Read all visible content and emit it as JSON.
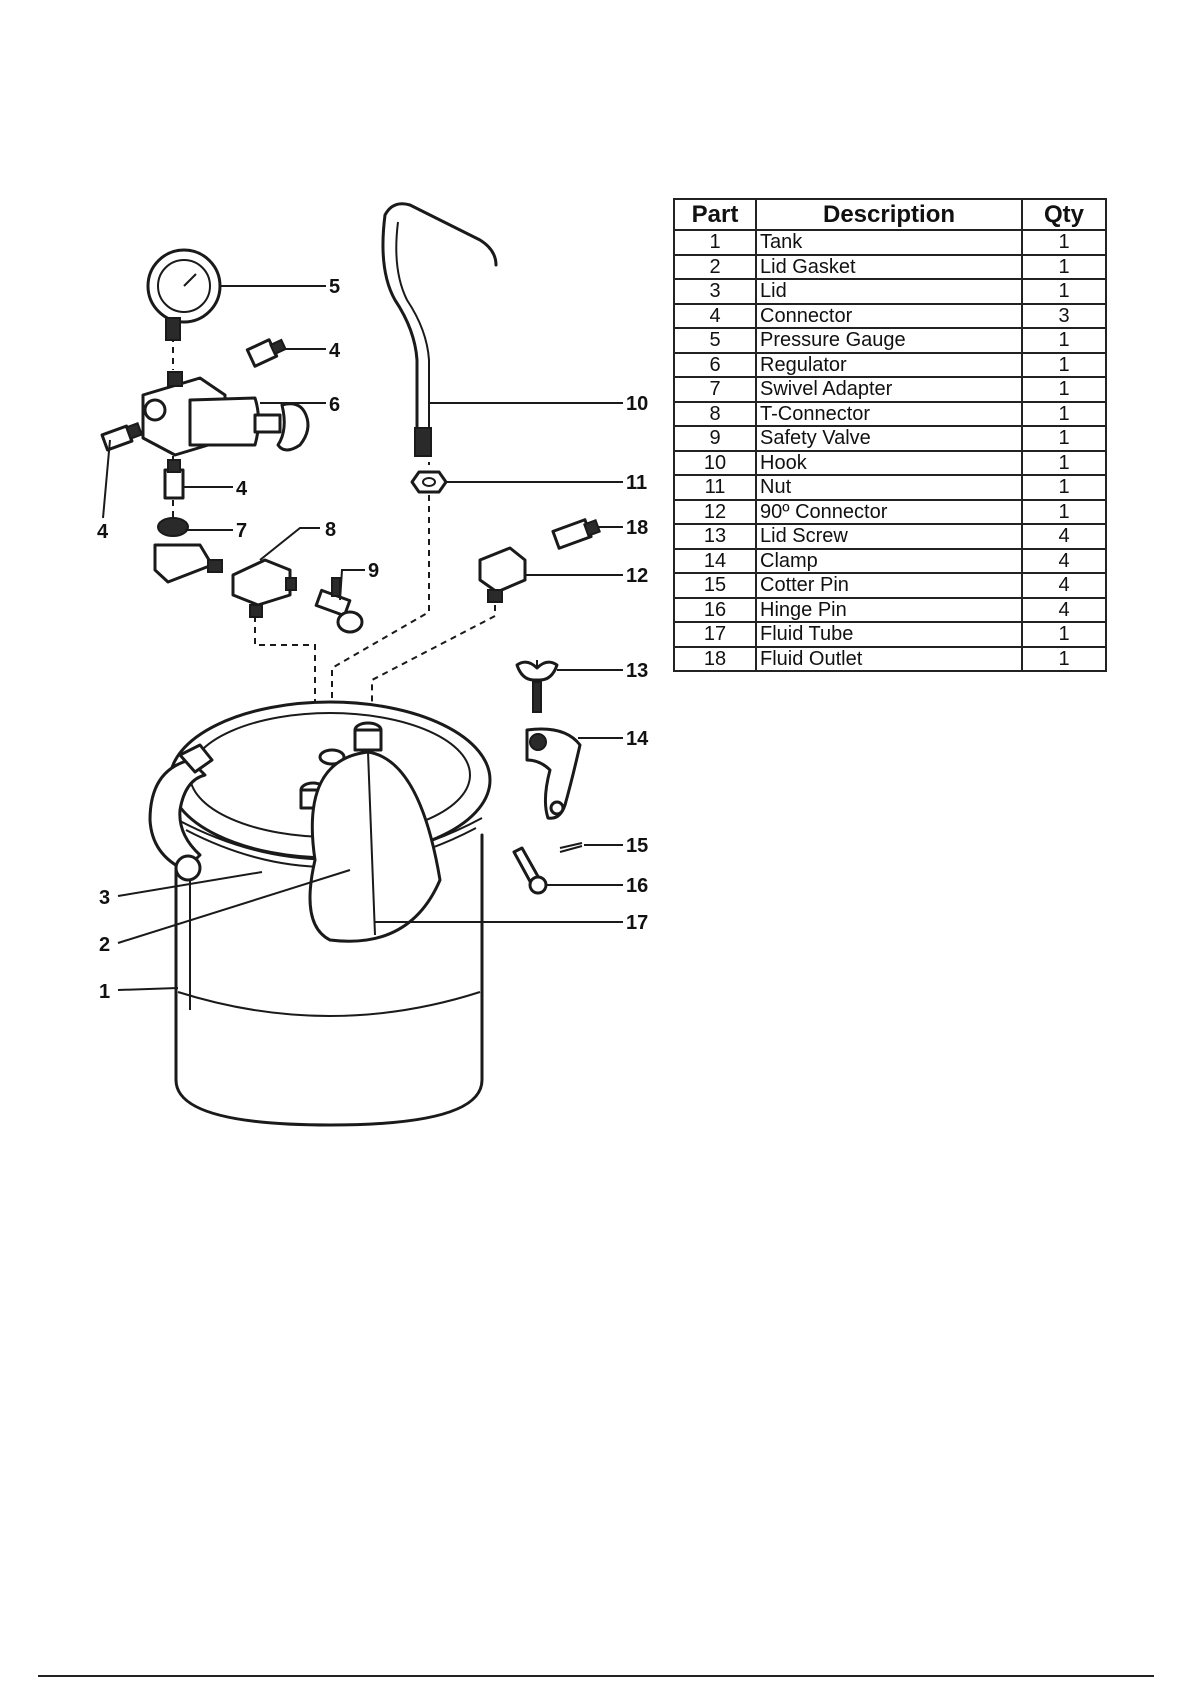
{
  "table": {
    "headers": {
      "part": "Part",
      "description": "Description",
      "qty": "Qty"
    },
    "rows": [
      {
        "part": "1",
        "description": "Tank",
        "qty": "1"
      },
      {
        "part": "2",
        "description": "Lid Gasket",
        "qty": "1"
      },
      {
        "part": "3",
        "description": "Lid",
        "qty": "1"
      },
      {
        "part": "4",
        "description": "Connector",
        "qty": "3"
      },
      {
        "part": "5",
        "description": "Pressure Gauge",
        "qty": "1"
      },
      {
        "part": "6",
        "description": "Regulator",
        "qty": "1"
      },
      {
        "part": "7",
        "description": "Swivel Adapter",
        "qty": "1"
      },
      {
        "part": "8",
        "description": "T-Connector",
        "qty": "1"
      },
      {
        "part": "9",
        "description": "Safety Valve",
        "qty": "1"
      },
      {
        "part": "10",
        "description": "Hook",
        "qty": "1"
      },
      {
        "part": "11",
        "description": "Nut",
        "qty": "1"
      },
      {
        "part": "12",
        "description": "90º Connector",
        "qty": "1"
      },
      {
        "part": "13",
        "description": "Lid Screw",
        "qty": "4"
      },
      {
        "part": "14",
        "description": "Clamp",
        "qty": "4"
      },
      {
        "part": "15",
        "description": "Cotter Pin",
        "qty": "4"
      },
      {
        "part": "16",
        "description": "Hinge Pin",
        "qty": "4"
      },
      {
        "part": "17",
        "description": "Fluid Tube",
        "qty": "1"
      },
      {
        "part": "18",
        "description": "Fluid Outlet",
        "qty": "1"
      }
    ]
  },
  "callouts": {
    "c1": "1",
    "c2": "2",
    "c3": "3",
    "c4a": "4",
    "c4b": "4",
    "c4c": "4",
    "c5": "5",
    "c6": "6",
    "c7": "7",
    "c8": "8",
    "c9": "9",
    "c10": "10",
    "c11": "11",
    "c12": "12",
    "c13": "13",
    "c14": "14",
    "c15": "15",
    "c16": "16",
    "c17": "17",
    "c18": "18"
  }
}
